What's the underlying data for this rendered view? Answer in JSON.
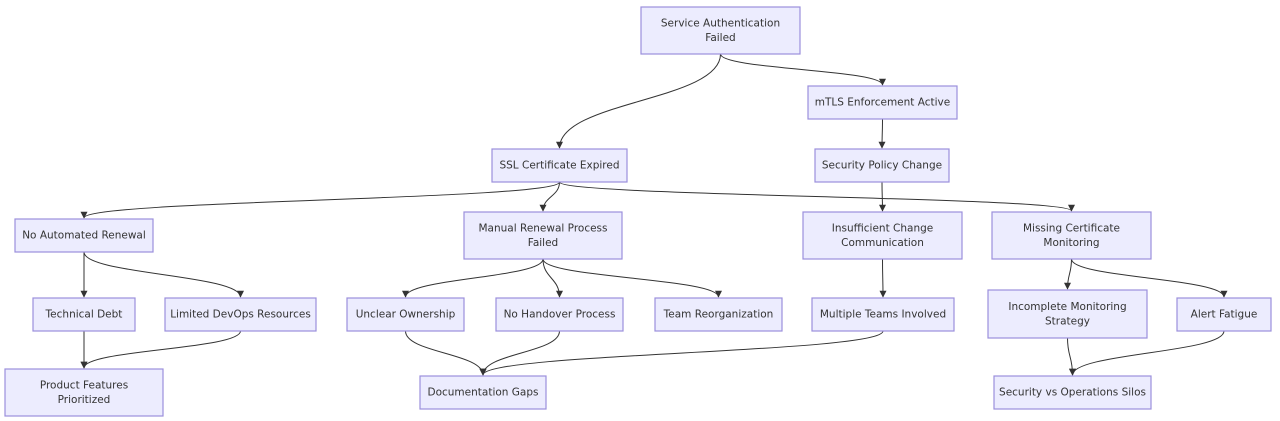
{
  "nodes": {
    "auth_failed": {
      "lines": [
        "Service Authentication",
        "Failed"
      ]
    },
    "mtls": {
      "lines": [
        "mTLS Enforcement Active"
      ]
    },
    "ssl_expired": {
      "lines": [
        "SSL Certificate Expired"
      ]
    },
    "policy_change": {
      "lines": [
        "Security Policy Change"
      ]
    },
    "no_auto_renewal": {
      "lines": [
        "No Automated Renewal"
      ]
    },
    "manual_renewal": {
      "lines": [
        "Manual Renewal Process",
        "Failed"
      ]
    },
    "insufficient_comm": {
      "lines": [
        "Insufficient Change",
        "Communication"
      ]
    },
    "missing_monitoring": {
      "lines": [
        "Missing Certificate",
        "Monitoring"
      ]
    },
    "tech_debt": {
      "lines": [
        "Technical Debt"
      ]
    },
    "limited_devops": {
      "lines": [
        "Limited DevOps Resources"
      ]
    },
    "unclear_ownership": {
      "lines": [
        "Unclear Ownership"
      ]
    },
    "no_handover": {
      "lines": [
        "No Handover Process"
      ]
    },
    "team_reorg": {
      "lines": [
        "Team Reorganization"
      ]
    },
    "multiple_teams": {
      "lines": [
        "Multiple Teams Involved"
      ]
    },
    "incomplete_monitoring": {
      "lines": [
        "Incomplete Monitoring",
        "Strategy"
      ]
    },
    "alert_fatigue": {
      "lines": [
        "Alert Fatigue"
      ]
    },
    "product_features": {
      "lines": [
        "Product Features",
        "Prioritized"
      ]
    },
    "doc_gaps": {
      "lines": [
        "Documentation Gaps"
      ]
    },
    "silos": {
      "lines": [
        "Security vs Operations Silos"
      ]
    }
  },
  "edges": [
    [
      "auth_failed",
      "ssl_expired"
    ],
    [
      "auth_failed",
      "mtls"
    ],
    [
      "mtls",
      "policy_change"
    ],
    [
      "ssl_expired",
      "no_auto_renewal"
    ],
    [
      "ssl_expired",
      "manual_renewal"
    ],
    [
      "ssl_expired",
      "missing_monitoring"
    ],
    [
      "policy_change",
      "insufficient_comm"
    ],
    [
      "no_auto_renewal",
      "tech_debt"
    ],
    [
      "no_auto_renewal",
      "limited_devops"
    ],
    [
      "manual_renewal",
      "unclear_ownership"
    ],
    [
      "manual_renewal",
      "no_handover"
    ],
    [
      "manual_renewal",
      "team_reorg"
    ],
    [
      "insufficient_comm",
      "multiple_teams"
    ],
    [
      "missing_monitoring",
      "incomplete_monitoring"
    ],
    [
      "missing_monitoring",
      "alert_fatigue"
    ],
    [
      "tech_debt",
      "product_features"
    ],
    [
      "limited_devops",
      "product_features"
    ],
    [
      "unclear_ownership",
      "doc_gaps"
    ],
    [
      "no_handover",
      "doc_gaps"
    ],
    [
      "multiple_teams",
      "doc_gaps"
    ],
    [
      "incomplete_monitoring",
      "silos"
    ],
    [
      "alert_fatigue",
      "silos"
    ]
  ]
}
